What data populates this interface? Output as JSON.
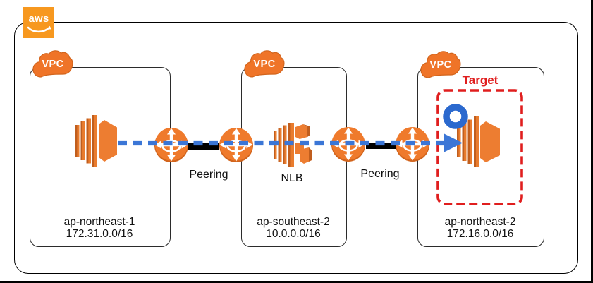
{
  "logo": {
    "label": "aws"
  },
  "vpcs": [
    {
      "cloud_label": "VPC",
      "region": "ap-northeast-1",
      "cidr": "172.31.0.0/16"
    },
    {
      "cloud_label": "VPC",
      "region": "ap-southeast-2",
      "cidr": "10.0.0.0/16"
    },
    {
      "cloud_label": "VPC",
      "region": "ap-northeast-2",
      "cidr": "172.16.0.0/16"
    }
  ],
  "connections": [
    {
      "label": "Peering"
    },
    {
      "label": "Peering"
    }
  ],
  "nlb": {
    "label": "NLB"
  },
  "target": {
    "label": "Target"
  },
  "colors": {
    "aws_orange": "#f7981f",
    "icon_orange": "#e97c2e",
    "icon_orange_dark": "#c05e1e",
    "flow_blue": "#3b76d6",
    "ring_blue": "#2b69ce",
    "target_red": "#e01e1e",
    "line_black": "#000000"
  }
}
